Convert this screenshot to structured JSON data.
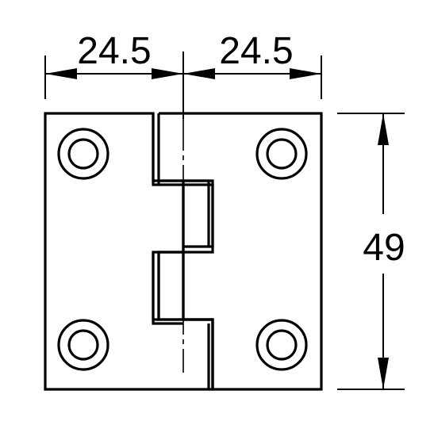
{
  "drawing": {
    "part": "hinge",
    "line_color": "#000000",
    "background": "#ffffff"
  },
  "dimensions": {
    "left_width": "24.5",
    "right_width": "24.5",
    "height": "49"
  }
}
